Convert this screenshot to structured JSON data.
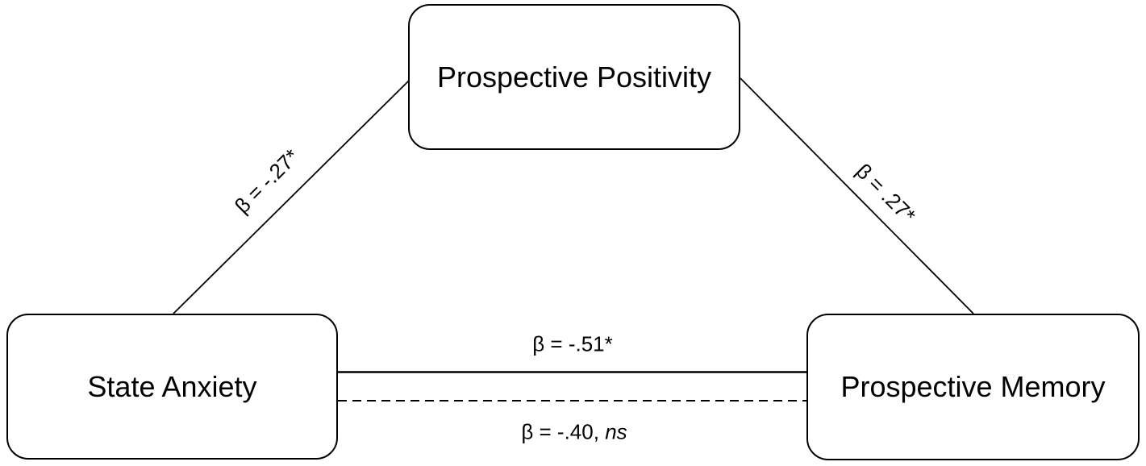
{
  "diagram": {
    "nodes": {
      "positivity": {
        "label": "Prospective Positivity"
      },
      "anxiety": {
        "label": "State Anxiety"
      },
      "memory": {
        "label": "Prospective Memory"
      }
    },
    "paths": {
      "anxiety_to_positivity": {
        "label": "β = -.27*"
      },
      "positivity_to_memory": {
        "label": "β = .27*"
      },
      "direct_effect": {
        "label": "β = -.51*"
      },
      "total_effect": {
        "label_prefix": "β = -.40, ",
        "label_italic": "ns"
      }
    },
    "colors": {
      "line": "#000000",
      "background": "#ffffff",
      "text": "#000000"
    }
  }
}
